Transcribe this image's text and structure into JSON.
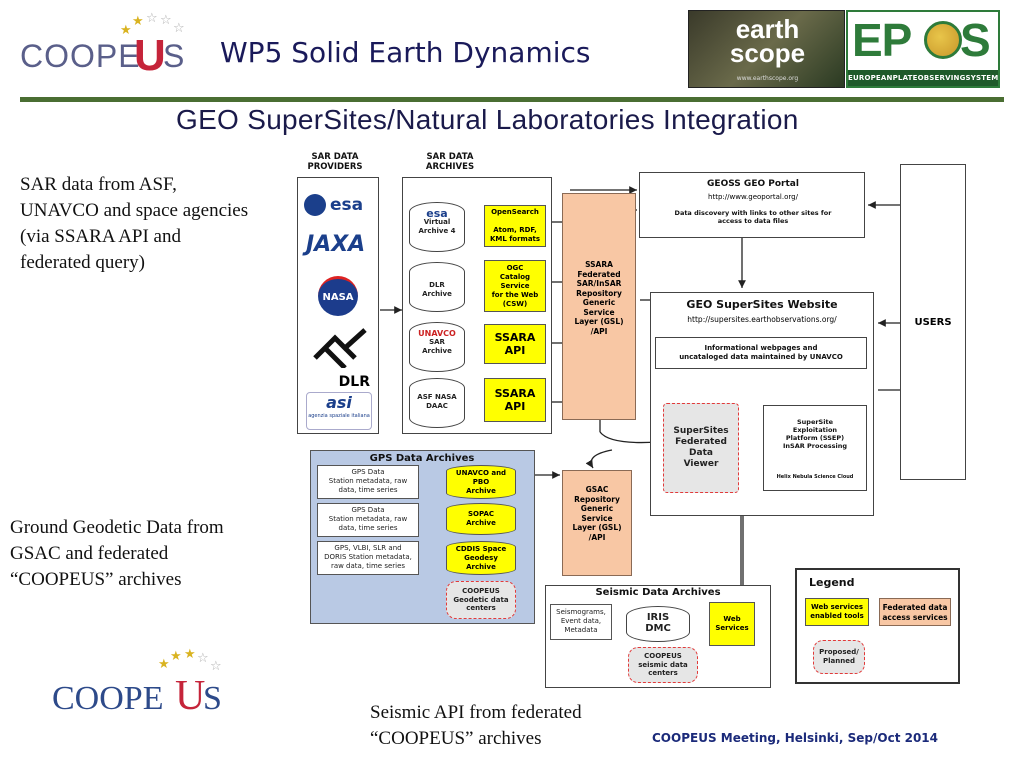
{
  "header": {
    "logo_text": "COOPE",
    "logo_u": "U",
    "logo_s": "S",
    "title": "WP5 Solid Earth Dynamics",
    "subtitle": "GEO SuperSites/Natural Laboratories Integration",
    "earthscope_text": "earth\nscope",
    "earthscope_url": "www.earthscope.org",
    "epos_text": "EP",
    "epos_text2": "S",
    "epos_full": "EUROPEANPLATEOBSERVINGSYSTEM"
  },
  "notes": {
    "sar": "SAR data from ASF, UNAVCO and space agencies (via SSARA API and federated query)",
    "gps": "Ground Geodetic Data from GSAC and federated “COOPEUS” archives",
    "seismic": "Seismic API from federated “COOPEUS” archives"
  },
  "footer": "COOPEUS Meeting, Helsinki, Sep/Oct 2014",
  "diagram": {
    "sar_providers_title": "SAR DATA\nPROVIDERS",
    "sar_archives_title": "SAR DATA\nARCHIVES",
    "providers": [
      "esa",
      "JAXA",
      "NASA",
      "DLR",
      "agenzia spaziale italiana"
    ],
    "archives": [
      {
        "name": "Virtual\nArchive 4",
        "logo": "esa",
        "service": "OpenSearch\n\nAtom, RDF,\nKML formats"
      },
      {
        "name": "DLR\nArchive",
        "logo": "",
        "service": "OGC\nCatalog\nService\nfor the Web\n(CSW)"
      },
      {
        "name": "SAR\nArchive",
        "logo": "UNAVCO",
        "service": "SSARA\nAPI"
      },
      {
        "name": "ASF NASA\nDAAC",
        "logo": "",
        "service": "SSARA\nAPI"
      }
    ],
    "ssara_federated": "SSARA\nFederated\nSAR/InSAR\nRepository\nGeneric\nService\nLayer (GSL)\n/API",
    "geoss_title": "GEOSS GEO Portal",
    "geoss_url": "http://www.geoportal.org/",
    "geoss_desc": "Data discovery with links to other sites for\naccess to data files",
    "users": "USERS",
    "supersites_title": "GEO SuperSites Website",
    "supersites_url": "http://supersites.earthobservations.org/",
    "supersites_info": "Informational webpages and\nuncataloged data maintained by UNAVCO",
    "viewer": "SuperSites\nFederated\nData\nViewer",
    "ssep": "SuperSite\nExploitation\nPlatform (SSEP)\nInSAR Processing",
    "helix": "Helix Nebula Science Cloud",
    "gps_title": "GPS Data Archives",
    "gps_items": [
      {
        "desc": "GPS Data\nStation metadata, raw\ndata, time series",
        "archive": "UNAVCO and\nPBO\nArchive"
      },
      {
        "desc": "GPS Data\nStation metadata, raw\ndata, time series",
        "archive": "SOPAC\nArchive"
      },
      {
        "desc": "GPS, VLBI, SLR and\nDORIS Station metadata,\nraw data, time series",
        "archive": "CDDIS Space\nGeodesy\nArchive"
      }
    ],
    "coopeus_geodetic": "COOPEUS\nGeodetic data\ncenters",
    "gsac": "GSAC\nRepository\nGeneric\nService\nLayer (GSL)\n/API",
    "seismic_title": "Seismic Data Archives",
    "seismic_desc": "Seismograms,\nEvent data,\nMetadata",
    "iris": "IRIS\nDMC",
    "web_services": "Web\nServices",
    "coopeus_seismic": "COOPEUS\nseismic data\ncenters",
    "legend_title": "Legend",
    "legend_web": "Web services\nenabled tools",
    "legend_fed": "Federated data\naccess services",
    "legend_proposed": "Proposed/\nPlanned",
    "colors": {
      "yellow": "#ffff00",
      "salmon": "#f8c7a4",
      "gps_panel": "#b9c9e4",
      "red_dash": "#e23a3a"
    }
  }
}
